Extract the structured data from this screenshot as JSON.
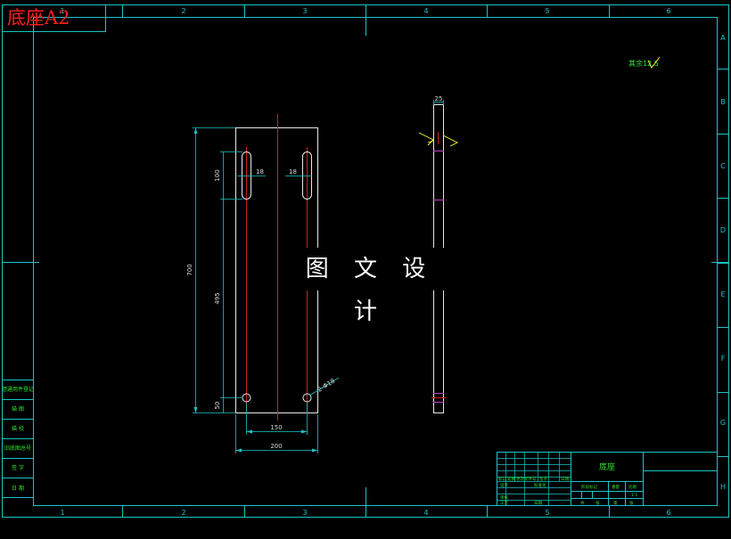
{
  "drawing": {
    "title": "底座A2",
    "watermark": "图 文 设 计",
    "part_name": "底座",
    "colors": {
      "background": "#000000",
      "frame": "#19c4c4",
      "outline": "#e8e8e8",
      "centerline": "#d02020",
      "dimension": "#19c4c4",
      "dim_text": "#d8d8d8",
      "title_red": "#ff1e1e",
      "green_text": "#2ee62e",
      "yellow": "#ffff40",
      "magenta": "#c040c0"
    },
    "columns": [
      "1",
      "2",
      "3",
      "4",
      "5",
      "6"
    ],
    "rows": [
      "A",
      "B",
      "C",
      "D",
      "E",
      "F",
      "G",
      "H"
    ]
  },
  "front_view": {
    "dims": {
      "overall_height": "700",
      "slot_length": "100",
      "middle_length": "495",
      "bottom_offset": "50",
      "slot_width_left": "18",
      "slot_width_right": "18",
      "hole_spacing": "150",
      "overall_width": "200",
      "hole_callout": "2-Φ18"
    }
  },
  "side_view": {
    "thickness": "25"
  },
  "surface_note": "其余12.5",
  "side_table": {
    "labels": [
      "借通用件登记",
      "描 图",
      "描 校",
      "旧底图总号",
      "签 字",
      "日 期"
    ]
  },
  "title_block": {
    "header_labels": [
      "标记",
      "处数",
      "更改文件号",
      "签字",
      "日期"
    ],
    "row_labels": [
      "设计",
      "标准化",
      "审核",
      "工艺",
      "日期"
    ],
    "stage_label": "阶段标记",
    "weight_label": "重量",
    "scale_label": "比例",
    "sheet_total": "共",
    "sheet_label": "第",
    "sheet_total_suffix": "张",
    "sheet_suffix": "张",
    "scale_value": "1:1"
  }
}
